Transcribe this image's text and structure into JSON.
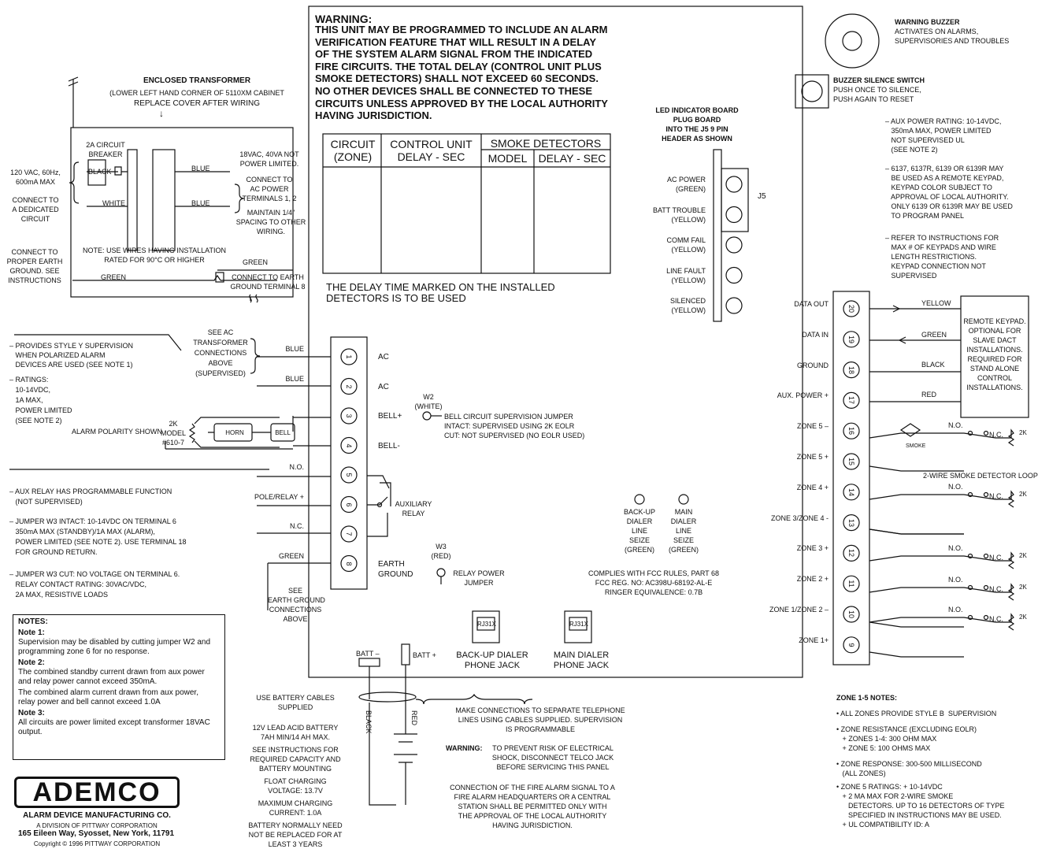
{
  "warning": {
    "title": "WARNING:",
    "body": "THIS UNIT MAY BE PROGRAMMED TO INCLUDE AN ALARM\nVERIFICATION FEATURE THAT WILL RESULT IN A DELAY\nOF THE SYSTEM ALARM SIGNAL FROM THE INDICATED\nFIRE CIRCUITS. THE TOTAL DELAY (CONTROL UNIT PLUS\nSMOKE DETECTORS) SHALL NOT EXCEED 60 SECONDS.\nNO OTHER DEVICES SHALL BE CONNECTED TO THESE\nCIRCUITS UNLESS APPROVED BY THE LOCAL AUTHORITY\nHAVING JURISDICTION."
  },
  "delay_table": {
    "headers": [
      "CIRCUIT\n(ZONE)",
      "CONTROL UNIT\nDELAY - SEC",
      "SMOKE DETECTORS",
      "MODEL",
      "DELAY - SEC"
    ],
    "footer": "THE DELAY TIME MARKED ON THE INSTALLED\nDETECTORS IS TO BE USED"
  },
  "transformer": {
    "title": "ENCLOSED TRANSFORMER",
    "subtitle": "(LOWER LEFT HAND CORNER OF 5110XM CABINET",
    "subtitle2": "REPLACE COVER AFTER WIRING",
    "breaker": "2A CIRCUIT\nBREAKER",
    "black": "BLACK",
    "white": "WHITE",
    "blue1": "BLUE",
    "blue2": "BLUE",
    "note": "NOTE: USE WIRES HAVING INSTALLATION\nRATED FOR 90°C OR HIGHER",
    "green1": "GREEN",
    "green2": "GREEN",
    "input": "120 VAC, 60Hz,\n600mA MAX",
    "dedicated": "CONNECT TO\nA DEDICATED\nCIRCUIT",
    "earth": "CONNECT TO\nPROPER EARTH\nGROUND. SEE\nINSTRUCTIONS",
    "rating": "18VAC, 40VA NOT\nPOWER LIMITED.",
    "connect_ac": "CONNECT TO\nAC POWER\nTERMINALS 1, 2",
    "spacing": "MAINTAIN 1/4\"\nSPACING TO OTHER\nWIRING.",
    "connect_earth": "CONNECT TO EARTH\nGROUND TERMINAL 8"
  },
  "left_terminals": [
    {
      "num": "1",
      "label": "AC",
      "wire": "BLUE"
    },
    {
      "num": "2",
      "label": "AC",
      "wire": "BLUE"
    },
    {
      "num": "3",
      "label": "BELL+",
      "wire": ""
    },
    {
      "num": "4",
      "label": "BELL-",
      "wire": ""
    },
    {
      "num": "5",
      "label": "",
      "wire": "N.O."
    },
    {
      "num": "6",
      "label": "",
      "wire": "POLE/RELAY +"
    },
    {
      "num": "7",
      "label": "",
      "wire": "N.C."
    },
    {
      "num": "8",
      "label": "EARTH\nGROUND",
      "wire": "GREEN"
    }
  ],
  "left_notes": {
    "see_ac": "SEE AC\nTRANSFORMER\nCONNECTIONS\nABOVE\n(SUPERVISED)",
    "style_y": "– PROVIDES STYLE Y SUPERVISION\n   WHEN POLARIZED ALARM\n   DEVICES ARE USED (SEE NOTE 1)",
    "ratings": "– RATINGS:\n   10-14VDC,\n   1A MAX,\n   POWER LIMITED\n   (SEE NOTE 2)",
    "polarity": "ALARM POLARITY SHOWN",
    "model": "2K\nMODEL\n#610-7",
    "horn": "HORN",
    "bell": "BELL",
    "aux_relay_fn": "– AUX RELAY HAS PROGRAMMABLE FUNCTION\n   (NOT SUPERVISED)",
    "w3_intact": "– JUMPER W3 INTACT: 10-14VDC ON TERMINAL 6\n   350mA MAX (STANDBY)/1A MAX (ALARM),\n   POWER LIMITED (SEE NOTE 2). USE TERMINAL 18\n   FOR GROUND RETURN.",
    "w3_cut": "– JUMPER W3 CUT: NO VOLTAGE ON TERMINAL 6.\n   RELAY CONTACT RATING: 30VAC/VDC,\n   2A MAX, RESISTIVE LOADS",
    "see_earth": "SEE\nEARTH GROUND\nCONNECTIONS\nABOVE"
  },
  "center": {
    "w2": "W2\n(WHITE)",
    "bell_jumper": "BELL CIRCUIT SUPERVISION JUMPER\nINTACT: SUPERVISED USING 2K EOLR\nCUT: NOT SUPERVISED (NO EOLR USED)",
    "aux_relay": "AUXILIARY\nRELAY",
    "w3": "W3\n(RED)",
    "relay_power": "RELAY POWER\nJUMPER",
    "backup_led": "BACK-UP\nDIALER\nLINE\nSEIZE\n(GREEN)",
    "main_led": "MAIN\nDIALER\nLINE\nSEIZE\n(GREEN)",
    "fcc": "COMPLIES WITH FCC RULES, PART 68\nFCC REG. NO: AC398U-68192-AL-E\nRINGER EQUIVALENCE: 0.7B",
    "rj1": "RJ31X",
    "rj2": "RJ31X",
    "backup_jack": "BACK-UP DIALER\nPHONE JACK",
    "main_jack": "MAIN DIALER\nPHONE JACK",
    "batt_neg": "BATT –",
    "batt_pos": "BATT +",
    "black": "BLACK",
    "red": "RED"
  },
  "led_board": {
    "title": "LED INDICATOR BOARD\nPLUG BOARD\nINTO THE J5 9 PIN\nHEADER AS SHOWN",
    "j5": "J5",
    "leds": [
      "AC POWER\n(GREEN)",
      "BATT TROUBLE\n(YELLOW)",
      "COMM FAIL\n(YELLOW)",
      "LINE FAULT\n(YELLOW)",
      "SILENCED\n(YELLOW)"
    ]
  },
  "buzzer": {
    "title": "WARNING BUZZER",
    "desc": "ACTIVATES ON ALARMS,\nSUPERVISORIES AND TROUBLES",
    "switch_title": "BUZZER SILENCE SWITCH",
    "switch_desc": "PUSH ONCE TO SILENCE,\nPUSH AGAIN TO RESET"
  },
  "right_notes": {
    "aux": "– AUX POWER RATING: 10-14VDC,\n   350mA MAX, POWER LIMITED\n   NOT SUPERVISED UL\n   (SEE NOTE 2)",
    "keypad": "– 6137, 6137R, 6139 OR 6139R MAY\n   BE USED AS A REMOTE KEYPAD,\n   KEYPAD COLOR SUBJECT TO\n   APPROVAL OF LOCAL AUTHORITY.\n   ONLY 6139 OR 6139R MAY BE USED\n   TO PROGRAM PANEL",
    "refer": "– REFER TO INSTRUCTIONS FOR\n   MAX # OF KEYPADS AND WIRE\n   LENGTH RESTRICTIONS.\n   KEYPAD CONNECTION NOT\n   SUPERVISED"
  },
  "right_terminals": [
    {
      "num": "20",
      "label": "DATA OUT"
    },
    {
      "num": "19",
      "label": "DATA IN"
    },
    {
      "num": "18",
      "label": "GROUND"
    },
    {
      "num": "17",
      "label": "AUX. POWER +"
    },
    {
      "num": "16",
      "label": "ZONE 5 –"
    },
    {
      "num": "15",
      "label": "ZONE 5 +"
    },
    {
      "num": "14",
      "label": "ZONE 4 +"
    },
    {
      "num": "13",
      "label": "ZONE 3/ZONE 4 -"
    },
    {
      "num": "12",
      "label": "ZONE 3 +"
    },
    {
      "num": "11",
      "label": "ZONE 2 +"
    },
    {
      "num": "10",
      "label": "ZONE 1/ZONE 2 –"
    },
    {
      "num": "9",
      "label": "ZONE 1+"
    }
  ],
  "keypad": {
    "yellow": "YELLOW",
    "green": "GREEN",
    "black": "BLACK",
    "red": "RED",
    "box": "REMOTE KEYPAD.\nOPTIONAL FOR\nSLAVE DACT\nINSTALLATIONS.\nREQUIRED FOR\nSTAND ALONE\nCONTROL\nINSTALLATIONS."
  },
  "zones": {
    "smoke": "SMOKE",
    "no": "N.O.",
    "nc": "N.C.",
    "k2": "2K",
    "loop": "2-WIRE SMOKE DETECTOR LOOP"
  },
  "notes": {
    "title": "NOTES:",
    "n1h": "Note 1:",
    "n1": "Supervision may be disabled by cutting jumper W2 and\nprogramming zone 6 for no response.",
    "n2h": "Note 2:",
    "n2a": "The combined standby current drawn from aux power\nand relay power cannot exceed 350mA.",
    "n2b": "The combined alarm current drawn from aux power,\nrelay power and bell cannot exceed 1.0A",
    "n3h": "Note 3:",
    "n3": "All circuits are power limited except transformer 18VAC\noutput."
  },
  "logo": {
    "name": "ADEMCO",
    "line1": "ALARM DEVICE MANUFACTURING CO.",
    "line2": "A DIVISION OF PITTWAY CORPORATION",
    "line3": "165 Eileen Way, Syosset, New York, 11791",
    "line4": "Copyright © 1996 PITTWAY CORPORATION"
  },
  "battery": {
    "cables": "USE BATTERY CABLES\nSUPPLIED",
    "type": "12V LEAD ACID BATTERY\n7AH MIN/14 AH MAX.",
    "instr": "SEE INSTRUCTIONS FOR\nREQUIRED CAPACITY AND\nBATTERY MOUNTING",
    "float": "FLOAT CHARGING\nVOLTAGE: 13.7V",
    "max": "MAXIMUM CHARGING\nCURRENT: 1.0A",
    "replace": "BATTERY NORMALLY NEED\nNOT BE REPLACED FOR AT\nLEAST 3 YEARS"
  },
  "phone_notes": {
    "connect": "MAKE CONNECTIONS TO SEPARATE TELEPHONE\nLINES USING CABLES SUPPLIED. SUPERVISION\nIS PROGRAMMABLE",
    "warning_label": "WARNING:",
    "warning": "TO PREVENT RISK OF ELECTRICAL\nSHOCK, DISCONNECT TELCO JACK\nBEFORE SERVICING THIS PANEL",
    "fire": "CONNECTION OF THE FIRE ALARM SIGNAL TO A\nFIRE ALARM HEADQUARTERS OR A CENTRAL\nSTATION SHALL BE PERMITTED ONLY WITH\nTHE APPROVAL OF THE LOCAL AUTHORITY\nHAVING JURISDICTION."
  },
  "zone_notes": {
    "title": "ZONE 1-5 NOTES:",
    "n1": "• ALL ZONES PROVIDE STYLE B  SUPERVISION",
    "n2": "• ZONE RESISTANCE (EXCLUDING EOLR)\n   + ZONES 1-4: 300 OHM MAX\n   + ZONE 5: 100 OHMS MAX",
    "n3": "• ZONE RESPONSE: 300-500 MILLISECOND\n   (ALL ZONES)",
    "n4": "• ZONE 5 RATINGS: + 10-14VDC\n   + 2 MA MAX FOR 2-WIRE SMOKE\n      DETECTORS. UP TO 16 DETECTORS OF TYPE\n      SPECIFIED IN INSTRUCTIONS MAY BE USED.\n   + UL COMPATIBILITY ID: A"
  }
}
